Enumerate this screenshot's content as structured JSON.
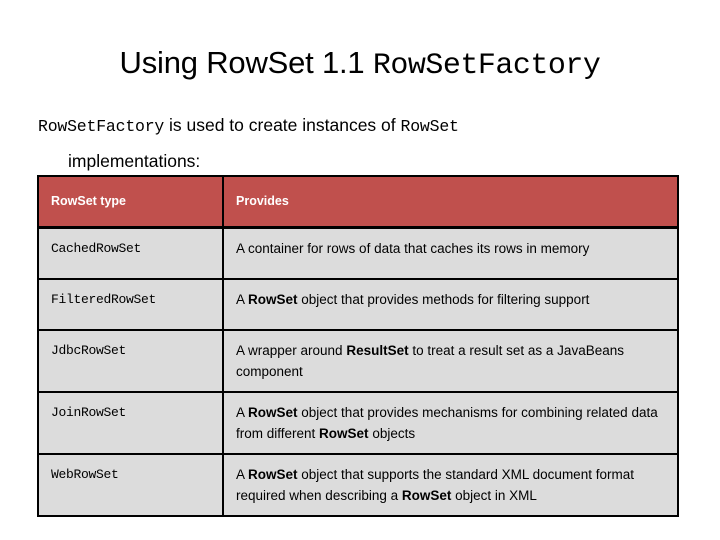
{
  "slide": {
    "title_prefix": "Using RowSet 1.1 ",
    "title_mono": "RowSetFactory",
    "body_line1_mono1": "RowSetFactory",
    "body_line1_text1": " is used to create instances of ",
    "body_line1_mono2": "RowSet",
    "body_line2_text": "implementations:"
  },
  "table": {
    "columns": [
      "RowSet type",
      "Provides"
    ],
    "rows": [
      {
        "type": "CachedRowSet",
        "desc_parts": [
          {
            "text": "A container for rows of data that caches its rows in memory",
            "bold": false
          }
        ],
        "desc_plain": "A container for rows of data that caches its rows in memory"
      },
      {
        "type": "FilteredRowSet",
        "desc_parts": [
          {
            "text": "A ",
            "bold": false
          },
          {
            "text": "RowSet",
            "bold": true
          },
          {
            "text": " object that provides methods for filtering support",
            "bold": false
          }
        ],
        "desc_plain": "A RowSet object that provides methods for filtering support"
      },
      {
        "type": "JdbcRowSet",
        "desc_parts": [
          {
            "text": "A wrapper around ",
            "bold": false
          },
          {
            "text": "ResultSet",
            "bold": true
          },
          {
            "text": " to treat a result set as a JavaBeans component",
            "bold": false
          }
        ],
        "desc_plain": "A wrapper around ResultSet to treat a result set as a JavaBeans component"
      },
      {
        "type": "JoinRowSet",
        "desc_parts": [
          {
            "text": "A ",
            "bold": false
          },
          {
            "text": "RowSet",
            "bold": true
          },
          {
            "text": " object that provides mechanisms for combining related data from different ",
            "bold": false
          },
          {
            "text": "RowSet",
            "bold": true
          },
          {
            "text": " objects",
            "bold": false
          }
        ],
        "desc_plain": "A RowSet object that provides mechanisms for combining related data from different RowSet objects"
      },
      {
        "type": "WebRowSet",
        "desc_parts": [
          {
            "text": "A ",
            "bold": false
          },
          {
            "text": "RowSet",
            "bold": true
          },
          {
            "text": " object that supports the standard XML document format required when describing a ",
            "bold": false
          },
          {
            "text": "RowSet",
            "bold": true
          },
          {
            "text": " object in XML",
            "bold": false
          }
        ],
        "desc_plain": "A RowSet object that supports the standard XML document format required when describing a RowSet object in XML"
      }
    ]
  },
  "colors": {
    "header_red": "#c0504d",
    "row_gray": "#dcdcdc",
    "border_black": "#000000",
    "text_black": "#000000",
    "header_text": "#ffffff",
    "background": "#ffffff"
  }
}
